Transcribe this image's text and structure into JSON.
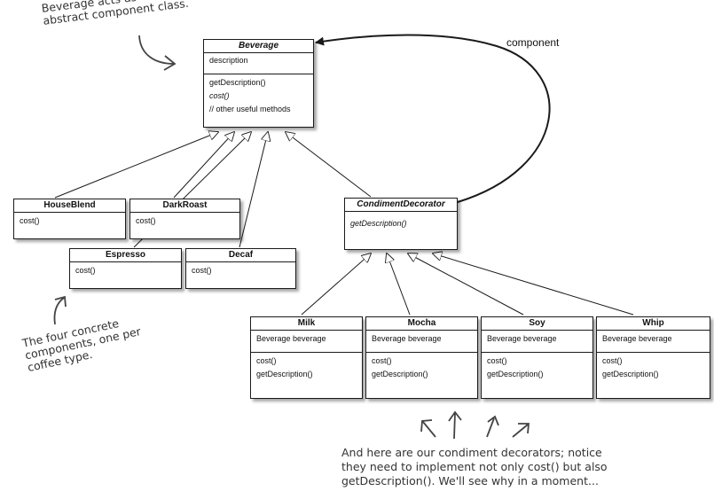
{
  "diagram": {
    "association_label": "component",
    "classes": {
      "beverage": {
        "name": "Beverage",
        "attributes": [
          "description"
        ],
        "methods": [
          "getDescription()",
          "cost()",
          "// other useful methods"
        ]
      },
      "houseblend": {
        "name": "HouseBlend",
        "methods": [
          "cost()"
        ]
      },
      "darkroast": {
        "name": "DarkRoast",
        "methods": [
          "cost()"
        ]
      },
      "espresso": {
        "name": "Espresso",
        "methods": [
          "cost()"
        ]
      },
      "decaf": {
        "name": "Decaf",
        "methods": [
          "cost()"
        ]
      },
      "condimentdecorator": {
        "name": "CondimentDecorator",
        "methods": [
          "getDescription()"
        ]
      },
      "milk": {
        "name": "Milk",
        "attributes": [
          "Beverage beverage"
        ],
        "methods": [
          "cost()",
          "getDescription()"
        ]
      },
      "mocha": {
        "name": "Mocha",
        "attributes": [
          "Beverage beverage"
        ],
        "methods": [
          "cost()",
          "getDescription()"
        ]
      },
      "soy": {
        "name": "Soy",
        "attributes": [
          "Beverage beverage"
        ],
        "methods": [
          "cost()",
          "getDescription()"
        ]
      },
      "whip": {
        "name": "Whip",
        "attributes": [
          "Beverage beverage"
        ],
        "methods": [
          "cost()",
          "getDescription()"
        ]
      }
    }
  },
  "annotations": {
    "beverage_note": [
      "Beverage acts as our",
      "abstract component class."
    ],
    "components_note": [
      "The four concrete",
      "components, one per",
      "coffee type."
    ],
    "decorators_note": [
      "And here are our condiment decorators; notice",
      "they need to implement not only cost() but also",
      "getDescription(). We'll see why in a moment..."
    ]
  }
}
